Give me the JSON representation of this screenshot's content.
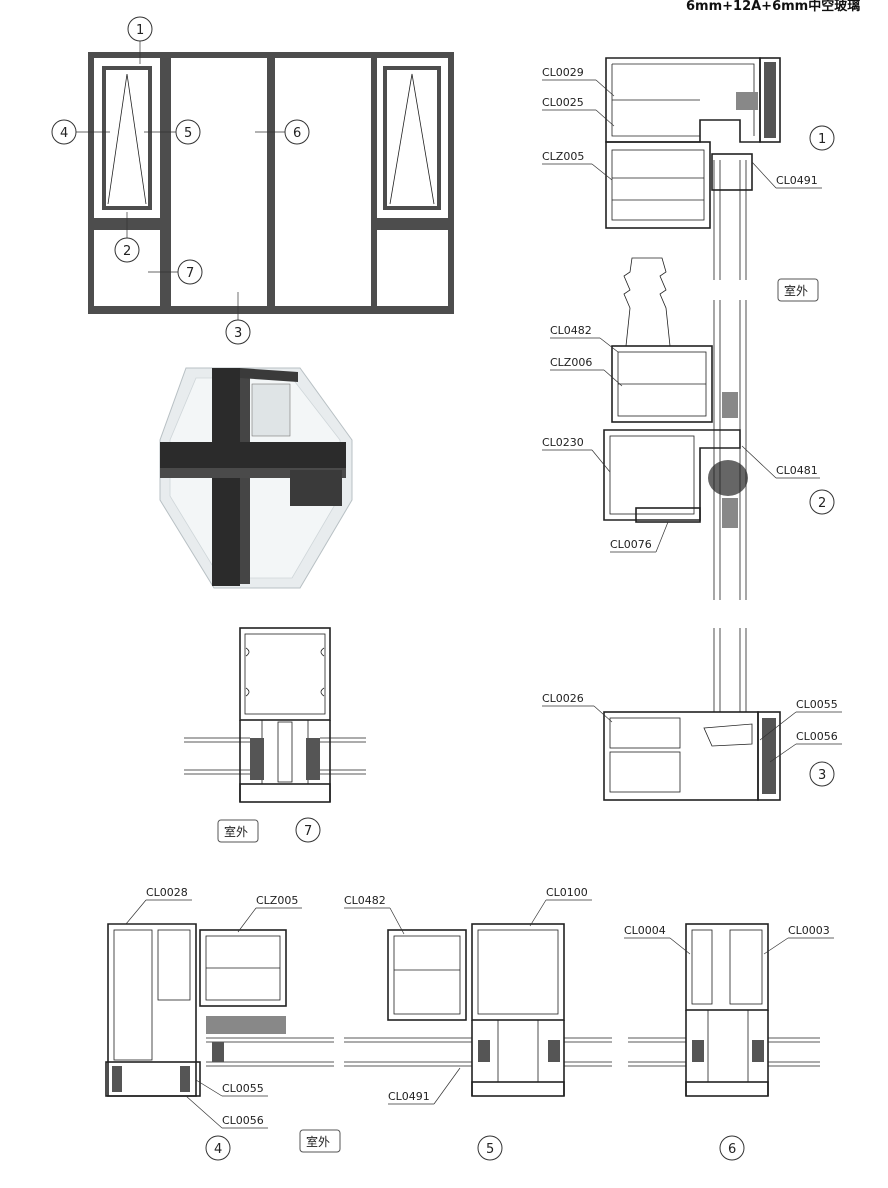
{
  "header": {
    "glass_spec": "6mm+12A+6mm中空玻璃"
  },
  "elevation": {
    "callouts": [
      "1",
      "2",
      "3",
      "4",
      "5",
      "6",
      "7"
    ]
  },
  "section_1": {
    "labels": [
      "CL0029",
      "CL0025",
      "CLZ005",
      "CL0491"
    ],
    "num": "1"
  },
  "section_2": {
    "labels": [
      "CL0482",
      "CLZ006",
      "CL0230",
      "CL0481",
      "CL0076"
    ],
    "num": "2"
  },
  "section_3": {
    "labels": [
      "CL0026",
      "CL0055",
      "CL0056"
    ],
    "num": "3"
  },
  "section_4": {
    "labels": [
      "CL0028",
      "CLZ005",
      "CL0055",
      "CL0056"
    ],
    "num": "4"
  },
  "section_5": {
    "labels": [
      "CL0482",
      "CL0100",
      "CL0491"
    ],
    "num": "5"
  },
  "section_6": {
    "labels": [
      "CL0004",
      "CL0003"
    ],
    "num": "6"
  },
  "section_7": {
    "num": "7"
  },
  "outdoor_tag": "室外"
}
